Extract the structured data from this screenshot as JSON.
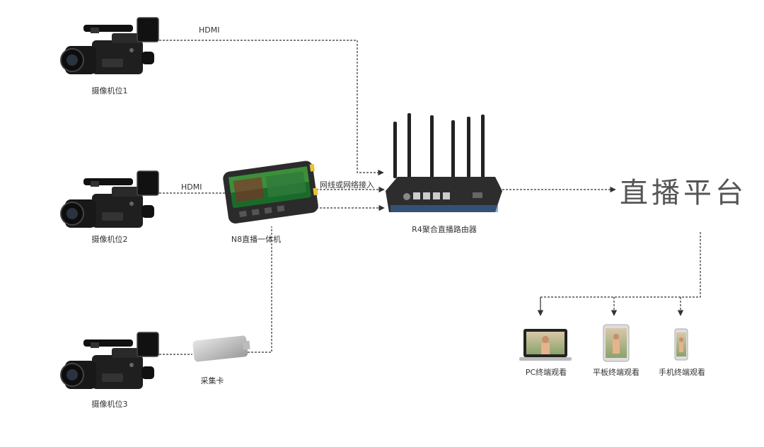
{
  "cameras": [
    {
      "label": "摄像机位1"
    },
    {
      "label": "摄像机位2"
    },
    {
      "label": "摄像机位3"
    }
  ],
  "links": {
    "hdmi_1": "HDMI",
    "hdmi_2": "HDMI",
    "network": "网线或网络接入"
  },
  "devices": {
    "encoder": "N8直播一体机",
    "capture_card": "采集卡",
    "router": "R4聚合直播路由器"
  },
  "platform": "直播平台",
  "terminals": [
    {
      "label": "PC终端观看"
    },
    {
      "label": "平板终端观看"
    },
    {
      "label": "手机终端观看"
    }
  ],
  "colors": {
    "line": "#333333",
    "device_dark": "#2b2b2b",
    "router_accent": "#3a6fb0",
    "port_yellow": "#e8c23a"
  }
}
